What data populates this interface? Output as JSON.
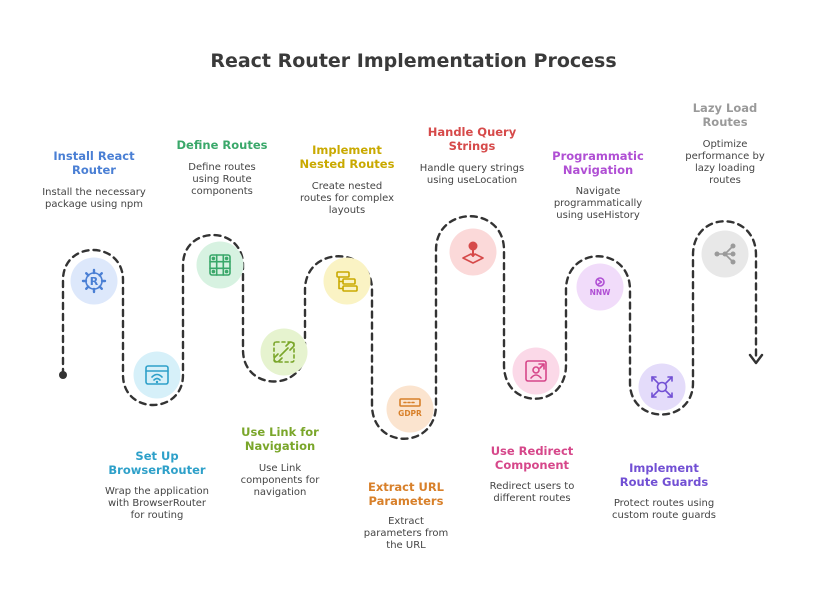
{
  "title": "React Router Implementation Process",
  "colors": {
    "path": "#333333",
    "text_desc": "#444444",
    "title": "#3a3a3a"
  },
  "steps": [
    {
      "title": "Install React\nRouter",
      "desc": "Install the necessary\npackage using npm",
      "color": "#4a7fd4",
      "bg": "#dde8fb",
      "icon": "react-router-icon"
    },
    {
      "title": "Set Up\nBrowserRouter",
      "desc": "Wrap the application\nwith BrowserRouter\nfor routing",
      "color": "#2ea0c9",
      "bg": "#d6f0f9",
      "icon": "browser-wifi-icon"
    },
    {
      "title": "Define Routes",
      "desc": "Define routes\nusing Route\ncomponents",
      "color": "#3aa86a",
      "bg": "#d7f2e1",
      "icon": "grid-network-icon"
    },
    {
      "title": "Use Link for\nNavigation",
      "desc": "Use Link\ncomponents for\nnavigation",
      "color": "#7aa62a",
      "bg": "#e6f3cf",
      "icon": "link-chain-icon"
    },
    {
      "title": "Implement\nNested Routes",
      "desc": "Create nested\nroutes for complex\nlayouts",
      "color": "#c9a900",
      "bg": "#faf3c4",
      "icon": "nested-blocks-icon"
    },
    {
      "title": "Extract URL\nParameters",
      "desc": "Extract\nparameters from\nthe URL",
      "color": "#d8802a",
      "bg": "#fbe4cf",
      "icon": "gdpr-icon"
    },
    {
      "title": "Handle Query\nStrings",
      "desc": "Handle query strings\nusing useLocation",
      "color": "#d64a4a",
      "bg": "#fbd9d9",
      "icon": "map-pin-icon"
    },
    {
      "title": "Use Redirect\nComponent",
      "desc": "Redirect users to\ndifferent routes",
      "color": "#d6478a",
      "bg": "#fbd9e8",
      "icon": "redirect-user-icon"
    },
    {
      "title": "Programmatic\nNavigation",
      "desc": "Navigate\nprogrammatically\nusing useHistory",
      "color": "#b04fd4",
      "bg": "#f1dcfa",
      "icon": "nnw-icon"
    },
    {
      "title": "Implement\nRoute Guards",
      "desc": "Protect routes using\ncustom route guards",
      "color": "#7250d4",
      "bg": "#e4dcfa",
      "icon": "guard-arrows-icon"
    },
    {
      "title": "Lazy Load\nRoutes",
      "desc": "Optimize\nperformance by\nlazy loading\nroutes",
      "color": "#9a9a9a",
      "bg": "#e8e8e8",
      "icon": "lazy-tree-icon"
    }
  ]
}
